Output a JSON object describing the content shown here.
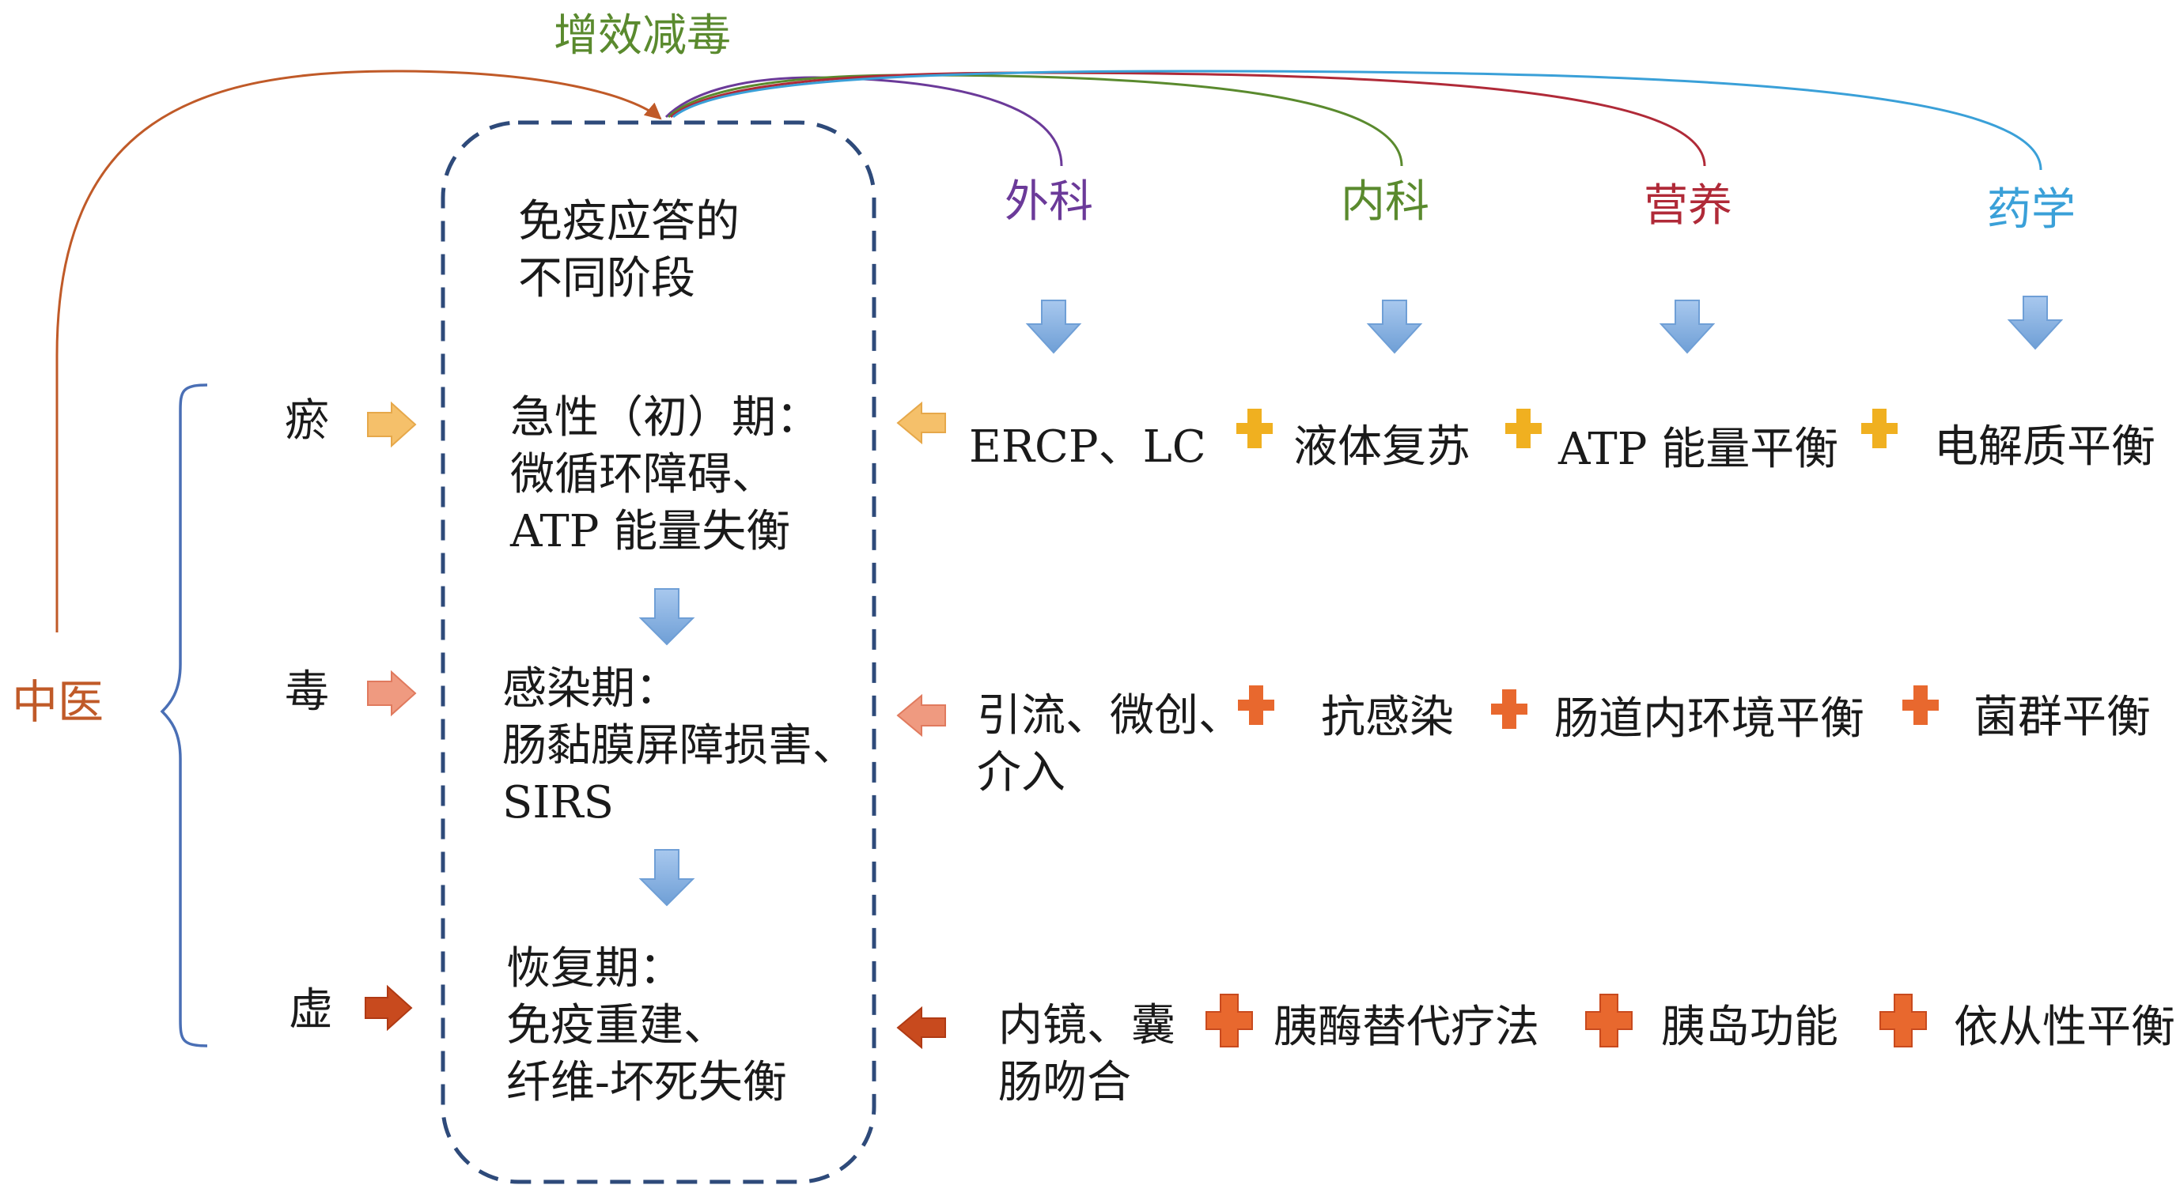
{
  "header": {
    "label": "增效减毒",
    "color": "#5a8a2e"
  },
  "tcm": {
    "label": "中医",
    "color": "#c05a28"
  },
  "tcm_signs": [
    {
      "label": "瘀",
      "arrow_color": "#f5c06a"
    },
    {
      "label": "毒",
      "arrow_color": "#ef9a80"
    },
    {
      "label": "虚",
      "arrow_color": "#c84a1e"
    }
  ],
  "departments": [
    {
      "label": "外科",
      "color": "#6b3a99"
    },
    {
      "label": "内科",
      "color": "#5a8a2e"
    },
    {
      "label": "营养",
      "color": "#b02a38"
    },
    {
      "label": "药学",
      "color": "#3aa0d8"
    }
  ],
  "immune_box": {
    "title_line1": "免疫应答的",
    "title_line2": "不同阶段"
  },
  "stages": [
    {
      "line1": "急性（初）期：",
      "line2": "微循环障碍、",
      "line3": "ATP 能量失衡"
    },
    {
      "line1": "感染期：",
      "line2": "肠黏膜屏障损害、",
      "line3": "SIRS"
    },
    {
      "line1": "恢复期：",
      "line2": "免疫重建、",
      "line3": "纤维-坏死失衡"
    }
  ],
  "rows": [
    {
      "arrow_color": "#f5c06a",
      "plus_color": "#f0b020",
      "items": [
        "ERCP、LC",
        "液体复苏",
        "ATP  能量平衡",
        "电解质平衡"
      ]
    },
    {
      "arrow_color": "#ef9a80",
      "plus_color": "#e8682e",
      "items": [
        "引流、微创、",
        "介入",
        "抗感染",
        "肠道内环境平衡",
        "菌群平衡"
      ]
    },
    {
      "arrow_color": "#c84a1e",
      "plus_color": "#e8682e",
      "items": [
        "内镜、囊",
        "肠吻合",
        "胰酶替代疗法",
        "胰岛功能",
        "依从性平衡"
      ]
    }
  ],
  "colors": {
    "box_border": "#2e4a7a",
    "brace": "#4a6fb5",
    "down_arrow": "#8db3e2"
  }
}
